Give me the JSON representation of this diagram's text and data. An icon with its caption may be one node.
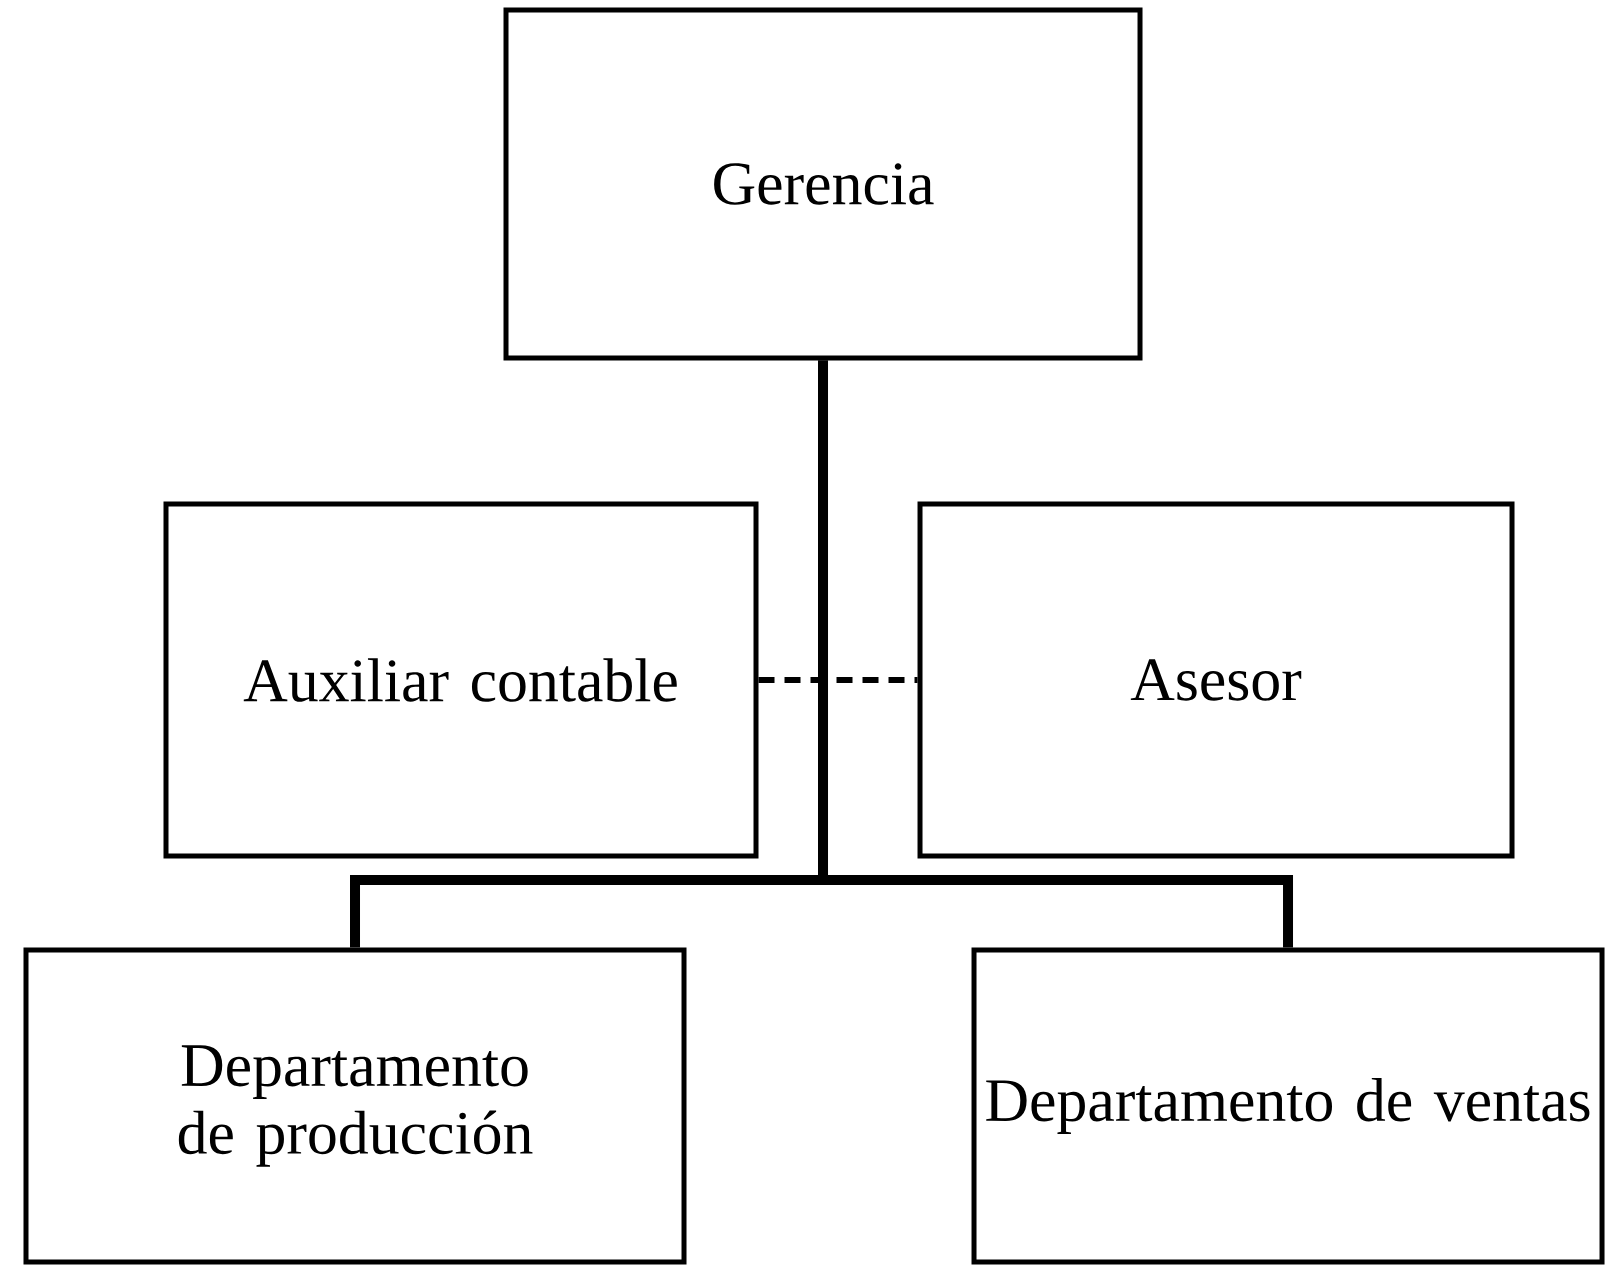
{
  "diagram": {
    "nodes": [
      {
        "text": [
          "Gerencia"
        ]
      },
      {
        "text": [
          "Auxiliar contable"
        ]
      },
      {
        "text": [
          "Asesor"
        ]
      },
      {
        "text": [
          "Departamento de producción"
        ]
      },
      {
        "text": [
          "Departamento de ventas"
        ]
      }
    ],
    "edges": [
      {
        "from": 0,
        "to": 3,
        "arrow": "none"
      },
      {
        "from": 0,
        "to": 4,
        "arrow": "none"
      },
      {
        "from": 1,
        "to": 2,
        "arrow": "none",
        "style": "dashed"
      }
    ]
  }
}
